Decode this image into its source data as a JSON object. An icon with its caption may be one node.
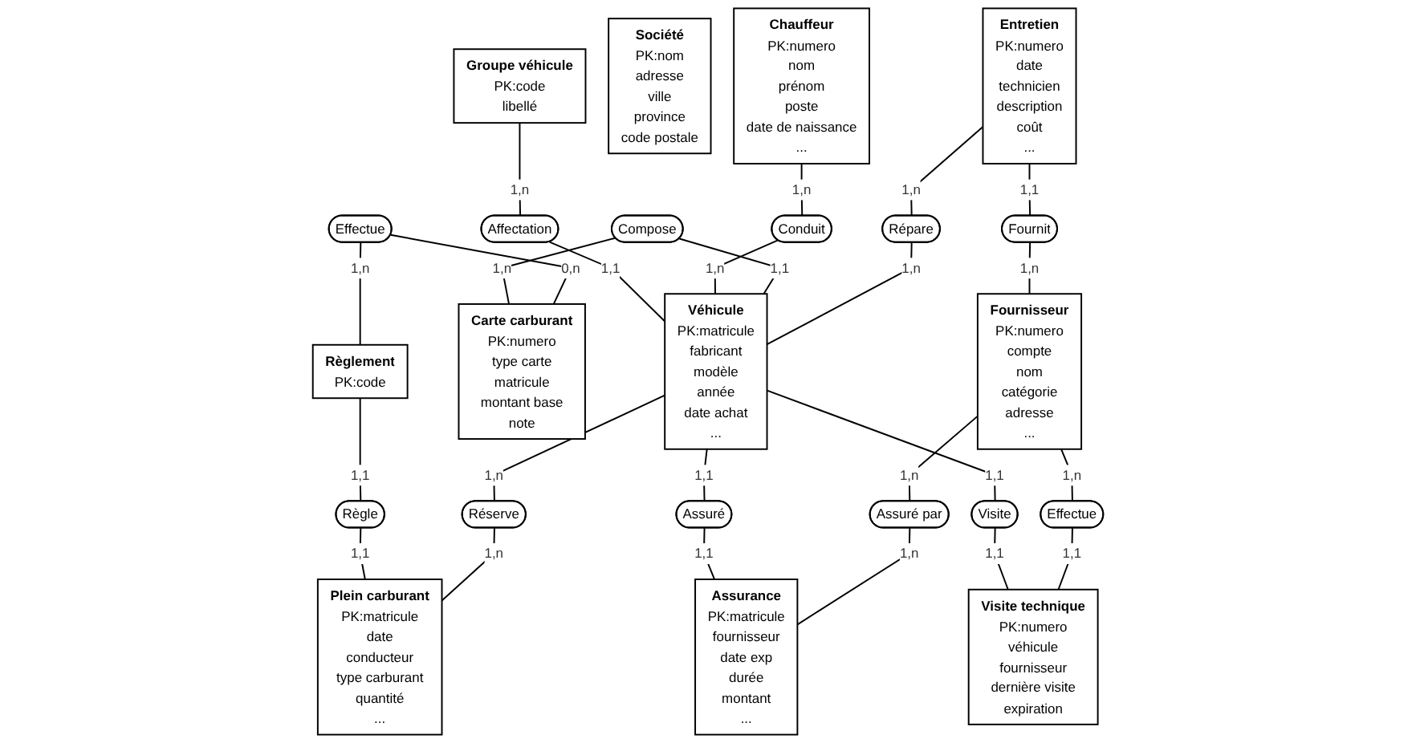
{
  "diagram": {
    "nodes": [
      {
        "text": [
          "Effectue"
        ]
      },
      {
        "text": [
          "Règlement",
          "PK:code"
        ]
      },
      {
        "text": [
          "Groupe véhicule",
          "PK:code",
          "libellé"
        ]
      },
      {
        "text": [
          "Affectation"
        ]
      },
      {
        "text": [
          "Carte carburant",
          "PK:numero",
          "type carte",
          "matricule",
          "montant base",
          "note"
        ]
      },
      {
        "text": [
          "Compose"
        ]
      },
      {
        "text": [
          "Règle"
        ]
      },
      {
        "text": [
          "Société",
          "PK:nom",
          "adresse",
          "ville",
          "province",
          "code postale"
        ]
      },
      {
        "text": [
          "Chauffeur",
          "PK:numero",
          "nom",
          "prénom",
          "poste",
          "date de naissance",
          "..."
        ]
      },
      {
        "text": [
          "Véhicule",
          "PK:matricule",
          "fabricant",
          "modèle",
          "année",
          "date achat",
          "..."
        ]
      },
      {
        "text": [
          "Plein carburant",
          "PK:matricule",
          "date",
          "conducteur",
          "type carburant",
          "quantité",
          "..."
        ]
      },
      {
        "text": [
          "Conduit"
        ]
      },
      {
        "text": [
          "Réserve"
        ]
      },
      {
        "text": [
          "Entretien",
          "PK:numero",
          "date",
          "technicien",
          "description",
          "coût",
          "..."
        ]
      },
      {
        "text": [
          "Assuré"
        ]
      },
      {
        "text": [
          "Visite"
        ]
      },
      {
        "text": [
          "Répare"
        ]
      },
      {
        "text": [
          "Visite technique",
          "PK:numero",
          "véhicule",
          "fournisseur",
          "dernière visite",
          "expiration"
        ]
      },
      {
        "text": [
          "Fournisseur",
          "PK:numero",
          "compte",
          "nom",
          "catégorie",
          "adresse",
          "..."
        ]
      },
      {
        "text": [
          "Assurance",
          "PK:matricule",
          "fournisseur",
          "date exp",
          "durée",
          "montant",
          "..."
        ]
      },
      {
        "text": [
          "Fournit"
        ]
      },
      {
        "text": [
          "Assuré par"
        ]
      },
      {
        "text": [
          "Effectue"
        ]
      }
    ],
    "edges": [
      {
        "from": 2,
        "to": 3,
        "arrow": "none",
        "label": "1,n"
      },
      {
        "from": 3,
        "to": 9,
        "arrow": "none",
        "label": "1,1"
      },
      {
        "from": 8,
        "to": 11,
        "arrow": "none",
        "label": "1,n"
      },
      {
        "from": 11,
        "to": 9,
        "arrow": "none",
        "label": "1,n"
      },
      {
        "from": 5,
        "to": 4,
        "arrow": "none",
        "label": "1,n"
      },
      {
        "from": 5,
        "to": 9,
        "arrow": "none",
        "label": "1,1"
      },
      {
        "from": 0,
        "to": 4,
        "arrow": "none",
        "label": "0,n"
      },
      {
        "from": 0,
        "to": 1,
        "arrow": "none",
        "label": "1,n"
      },
      {
        "from": 1,
        "to": 6,
        "arrow": "none",
        "label": "1,1"
      },
      {
        "from": 6,
        "to": 10,
        "arrow": "none",
        "label": "1,1"
      },
      {
        "from": 9,
        "to": 12,
        "arrow": "none",
        "label": "1,n"
      },
      {
        "from": 12,
        "to": 10,
        "arrow": "none",
        "label": "1,n"
      },
      {
        "from": 13,
        "to": 16,
        "arrow": "none",
        "label": "1,n"
      },
      {
        "from": 16,
        "to": 9,
        "arrow": "none",
        "label": "1,n"
      },
      {
        "from": 9,
        "to": 14,
        "arrow": "none",
        "label": "1,1"
      },
      {
        "from": 14,
        "to": 19,
        "arrow": "none",
        "label": "1,1"
      },
      {
        "from": 9,
        "to": 15,
        "arrow": "none",
        "label": "1,1"
      },
      {
        "from": 15,
        "to": 17,
        "arrow": "none",
        "label": "1,1"
      },
      {
        "from": 13,
        "to": 20,
        "arrow": "none",
        "label": "1,1"
      },
      {
        "from": 20,
        "to": 18,
        "arrow": "none",
        "label": "1,n"
      },
      {
        "from": 18,
        "to": 21,
        "arrow": "none",
        "label": "1,n"
      },
      {
        "from": 21,
        "to": 19,
        "arrow": "none",
        "label": "1,n"
      },
      {
        "from": 18,
        "to": 22,
        "arrow": "none",
        "label": "1,n"
      },
      {
        "from": 22,
        "to": 17,
        "arrow": "none",
        "label": "1,1"
      }
    ]
  }
}
